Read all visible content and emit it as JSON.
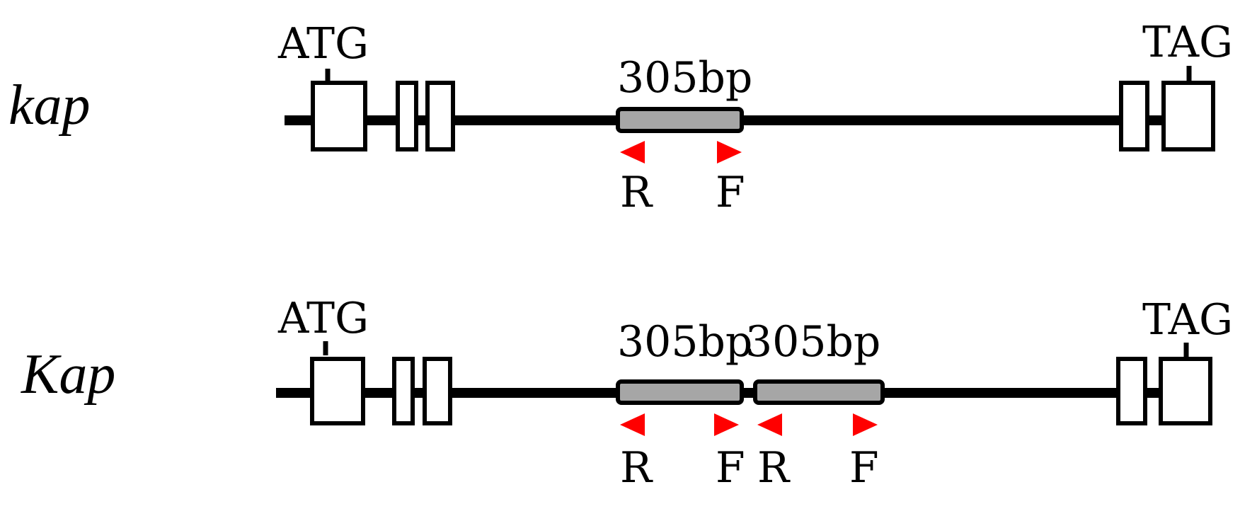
{
  "colors": {
    "line": "#000000",
    "exon_fill": "#ffffff",
    "insert_fill": "#a6a6a6",
    "primer": "#ff0000"
  },
  "icons": {
    "primer_reverse": "red-left-triangle",
    "primer_forward": "red-right-triangle"
  },
  "alleles": [
    {
      "name": "kap",
      "start_codon": "ATG",
      "stop_codon": "TAG",
      "inserts": [
        {
          "label": "305bp",
          "primer_reverse": "R",
          "primer_forward": "F"
        }
      ]
    },
    {
      "name": "Kap",
      "start_codon": "ATG",
      "stop_codon": "TAG",
      "inserts": [
        {
          "label": "305bp",
          "primer_reverse": "R",
          "primer_forward": "F"
        },
        {
          "label": "305bp",
          "primer_reverse": "R",
          "primer_forward": "F"
        }
      ]
    }
  ]
}
